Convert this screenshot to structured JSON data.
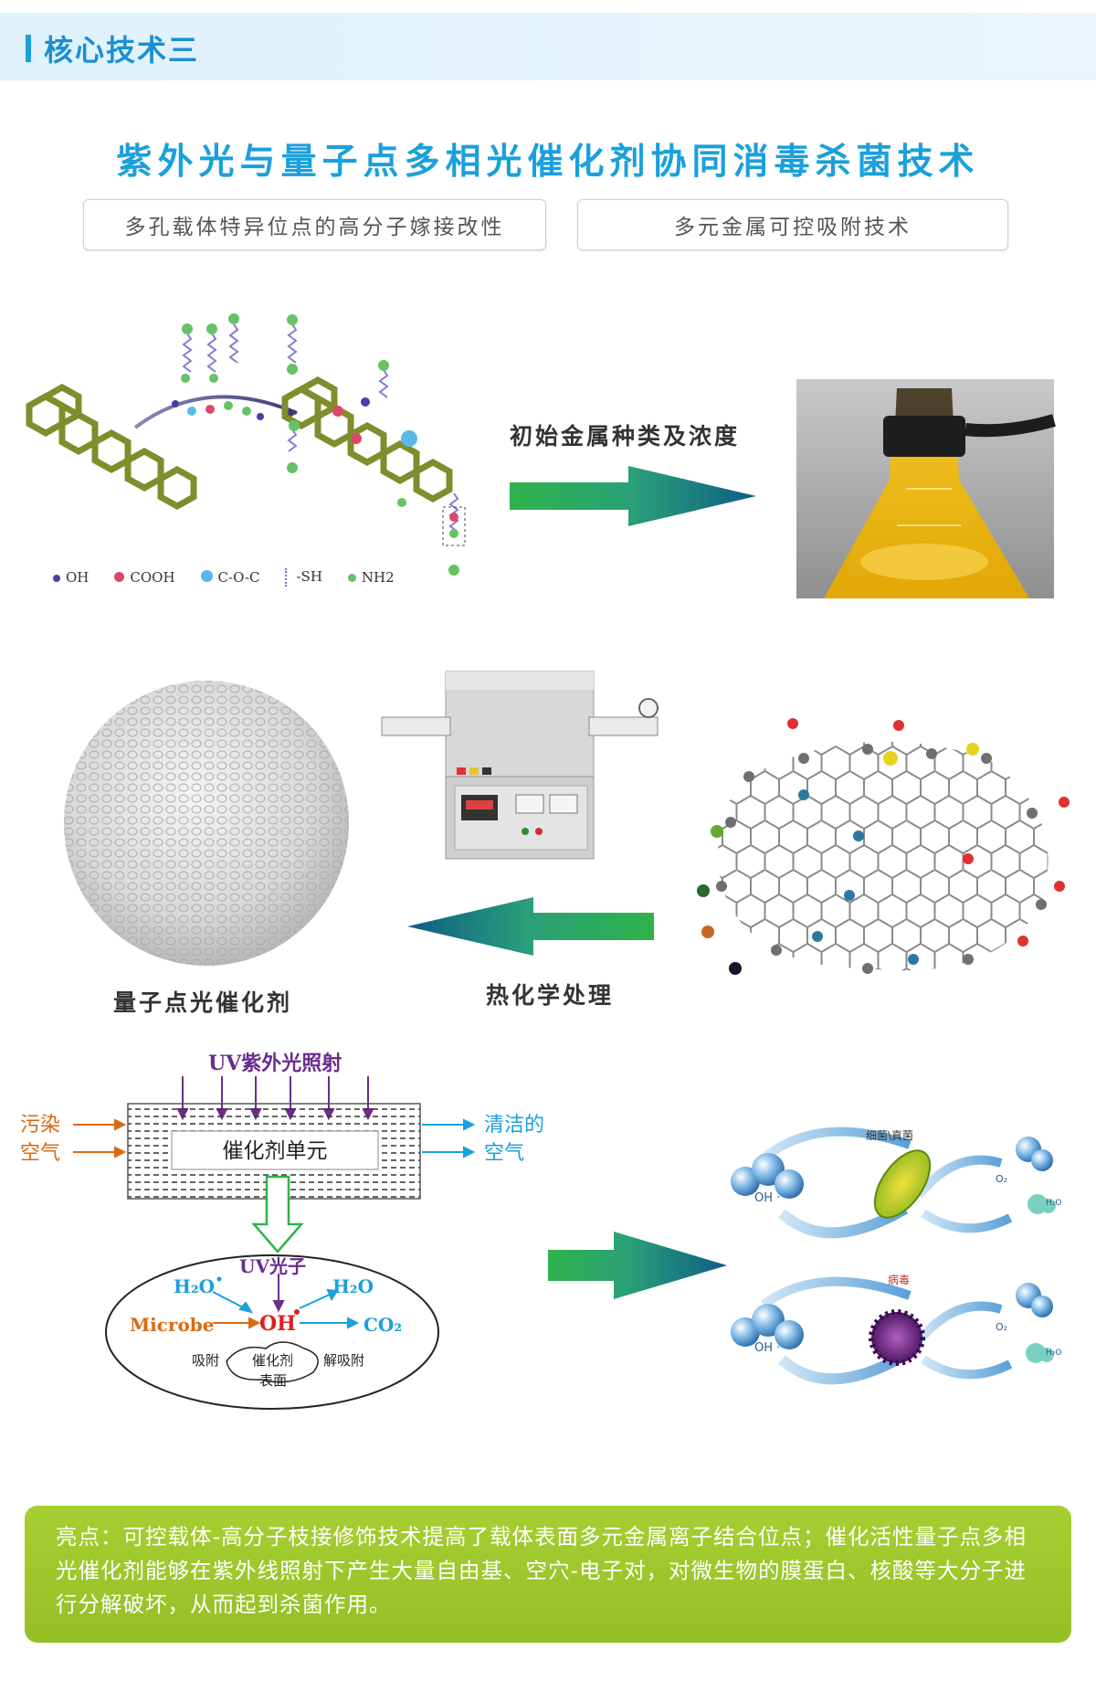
{
  "header": {
    "title": "核心技术三"
  },
  "main_title": "紫外光与量子点多相光催化剂协同消毒杀菌技术",
  "pills": [
    "多孔载体特异位点的高分子嫁接改性",
    "多元金属可控吸附技术"
  ],
  "legend": [
    {
      "label": "OH",
      "color": "#4a3fa8"
    },
    {
      "label": "COOH",
      "color": "#d94a6a"
    },
    {
      "label": "C-O-C",
      "color": "#5ab8e6"
    },
    {
      "label": "-SH",
      "color": "#7c6bd0"
    },
    {
      "label": "NH2",
      "color": "#66c266"
    }
  ],
  "captions": {
    "metal": "初始金属种类及浓度",
    "thermal": "热化学处理",
    "qd": "量子点光催化剂"
  },
  "diagram": {
    "uv": "UV紫外光照射",
    "polluted_1": "污染",
    "polluted_2": "空气",
    "clean_1": "清洁的",
    "clean_2": "空气",
    "unit": "催化剂单元",
    "uv_photon": "UV光子",
    "h2o_in": "H₂O",
    "h2o_out": "H₂O",
    "microbe": "Microbe",
    "oh": "OH",
    "co2": "CO₂",
    "adsorb": "吸附",
    "catalyst": "催化剂",
    "surface": "表面",
    "desorb": "解吸附"
  },
  "bio": {
    "bacteria": "细菌\\真菌",
    "virus": "病毒",
    "oh": "OH ·",
    "o2": "O₂",
    "h2o": "H₂O"
  },
  "highlight": "亮点：可控载体-高分子枝接修饰技术提高了载体表面多元金属离子结合位点；催化活性量子点多相光催化剂能够在紫外线照射下产生大量自由基、空穴-电子对，对微生物的膜蛋白、核酸等大分子进行分解破坏，从而起到杀菌作用。",
  "colors": {
    "accent": "#1aa0dc",
    "highlight_bg": "#9dc62c",
    "arrow_green": "#2fb34a",
    "arrow_blue": "#0e5d86"
  }
}
